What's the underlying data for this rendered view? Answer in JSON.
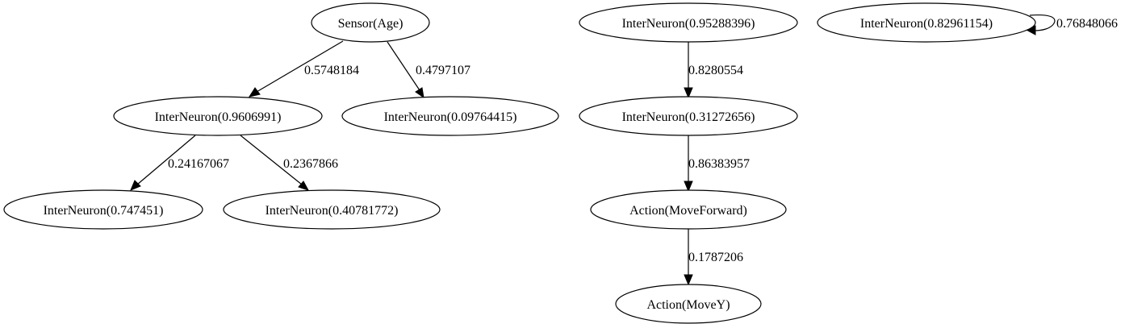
{
  "nodes": {
    "sensor_age": "Sensor(Age)",
    "inter_0_9606991": "InterNeuron(0.9606991)",
    "inter_0_09764415": "InterNeuron(0.09764415)",
    "inter_0_747451": "InterNeuron(0.747451)",
    "inter_0_40781772": "InterNeuron(0.40781772)",
    "inter_0_95288396": "InterNeuron(0.95288396)",
    "inter_0_31272656": "InterNeuron(0.31272656)",
    "action_moveforward": "Action(MoveForward)",
    "action_movey": "Action(MoveY)",
    "inter_0_82961154": "InterNeuron(0.82961154)"
  },
  "edges": {
    "sensor_age_to_inter_0_9606991": "0.5748184",
    "sensor_age_to_inter_0_09764415": "0.4797107",
    "inter_0_9606991_to_inter_0_747451": "0.24167067",
    "inter_0_9606991_to_inter_0_40781772": "0.2367866",
    "inter_0_95288396_to_inter_0_31272656": "0.8280554",
    "inter_0_31272656_to_action_moveforward": "0.86383957",
    "action_moveforward_to_action_movey": "0.1787206",
    "inter_0_82961154_self": "0.76848066"
  }
}
